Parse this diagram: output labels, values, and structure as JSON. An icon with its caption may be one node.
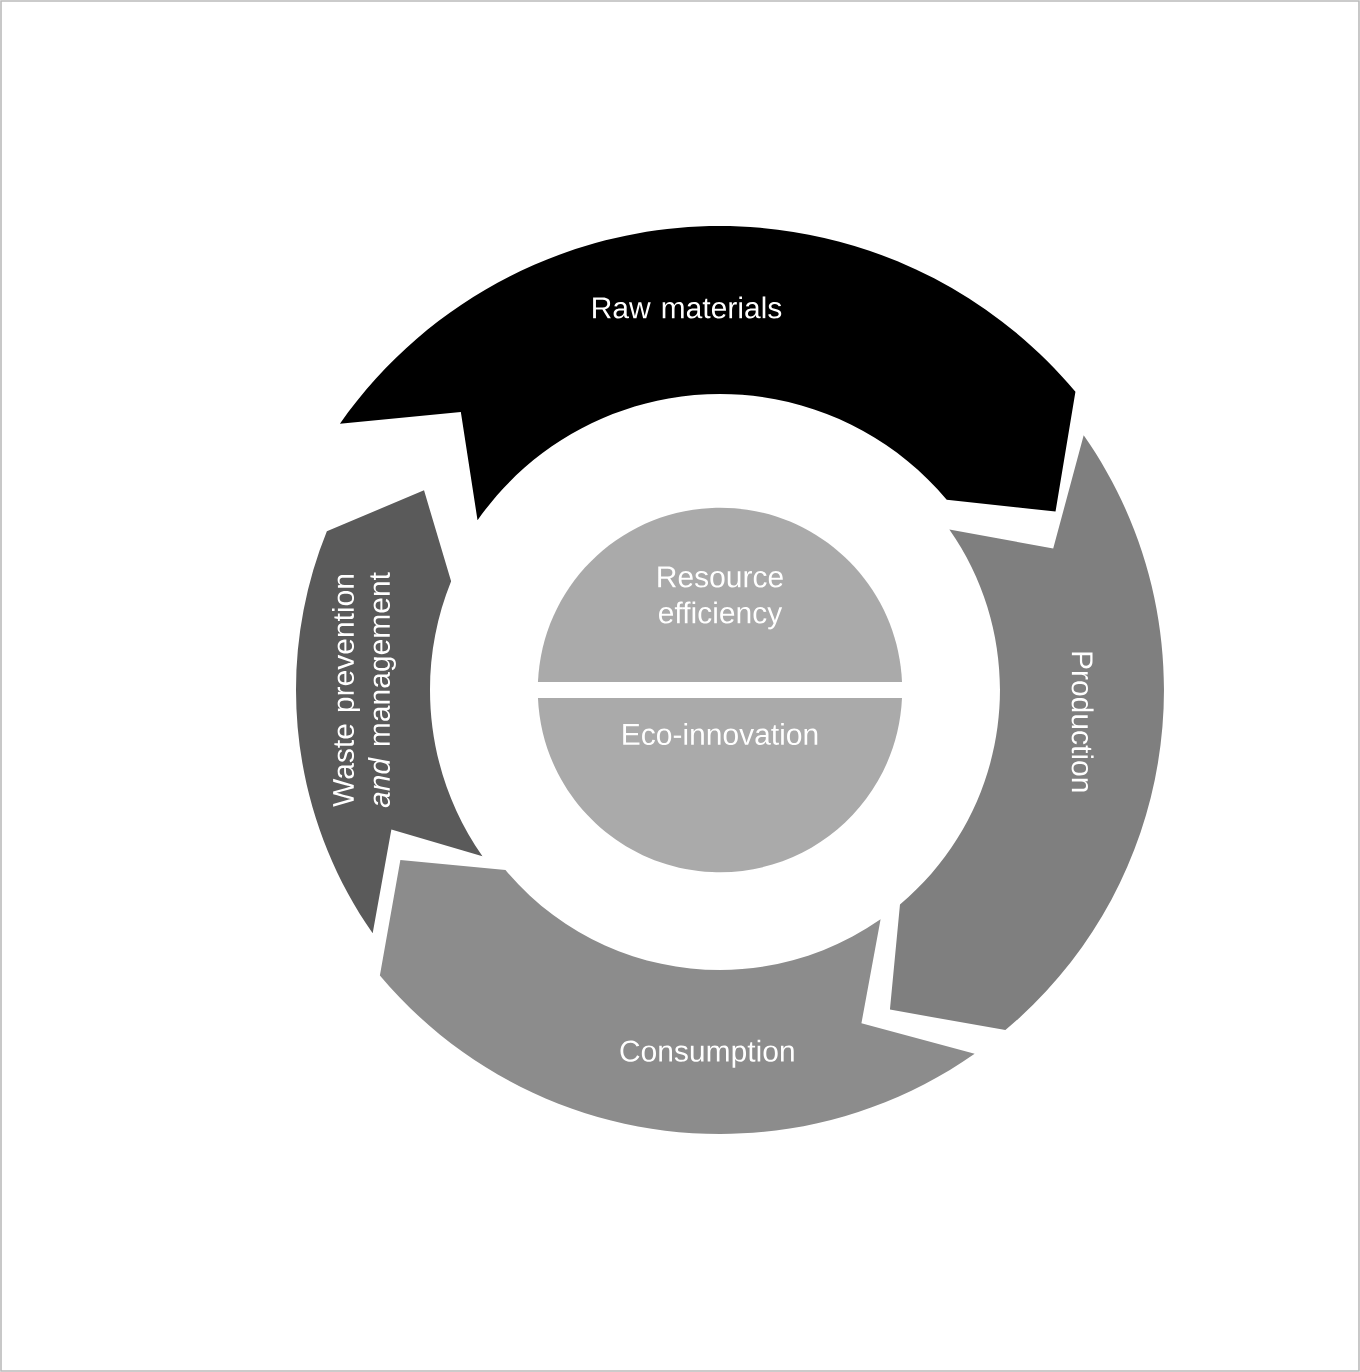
{
  "diagram": {
    "nodes": [
      {
        "text": [
          "Raw materials"
        ]
      },
      {
        "text": [
          "Production"
        ]
      },
      {
        "text": [
          "Consumption"
        ]
      },
      {
        "text": [
          "Waste prevention *and* management"
        ]
      },
      {
        "text": [
          "Resource efficiency"
        ]
      },
      {
        "text": [
          "Eco-innovation"
        ]
      }
    ]
  }
}
